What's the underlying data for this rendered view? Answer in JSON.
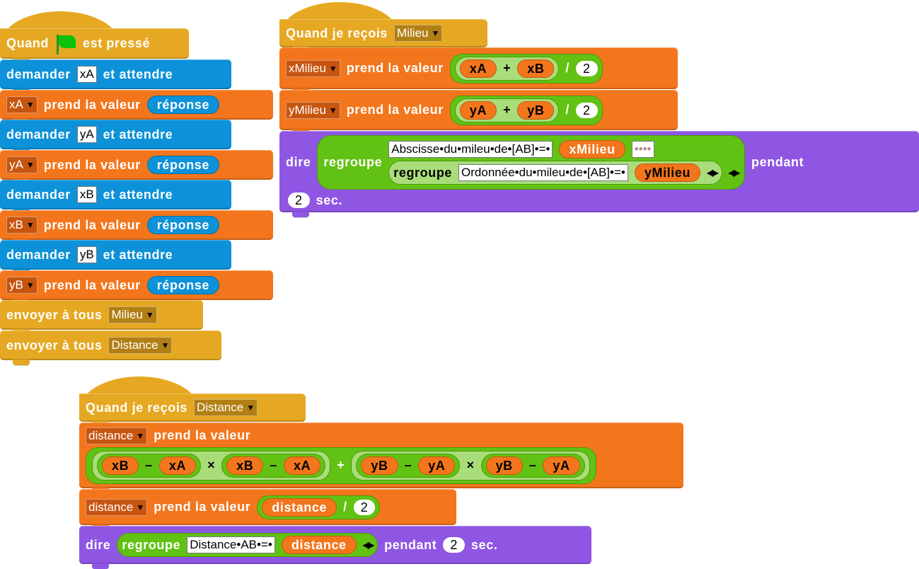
{
  "s1": {
    "hat": {
      "when": "Quand",
      "pressed": "est pressé"
    },
    "ask": "demander",
    "wait": "et attendre",
    "set": "prend la valeur",
    "answer": "réponse",
    "vars": [
      "xA",
      "yA",
      "xB",
      "yB"
    ],
    "broadcast": "envoyer à tous",
    "msgs": [
      "Milieu",
      "Distance"
    ]
  },
  "s2": {
    "hat": "Quand je reçois",
    "msg": "Milieu",
    "set": "prend la valeur",
    "xMilieu": "xMilieu",
    "yMilieu": "yMilieu",
    "xA": "xA",
    "xB": "xB",
    "yA": "yA",
    "yB": "yB",
    "plus": "+",
    "div": "/",
    "two": "2",
    "say": "dire",
    "join": "regroupe",
    "abs": "Abscisse•du•mileu•de•[AB]•=•",
    "ord": "Ordonnée•du•mileu•de•[AB]•=•",
    "empty": "••••",
    "for": "pendant",
    "secs": "2",
    "sec": "sec."
  },
  "s3": {
    "hat": "Quand je reçois",
    "msg": "Distance",
    "var": "distance",
    "set": "prend la valeur",
    "xA": "xA",
    "xB": "xB",
    "yA": "yA",
    "yB": "yB",
    "minus": "–",
    "times": "×",
    "plus": "+",
    "div": "/",
    "two": "2",
    "say": "dire",
    "join": "regroupe",
    "text": "Distance•AB•=•",
    "for": "pendant",
    "secs": "2",
    "sec": "sec."
  }
}
